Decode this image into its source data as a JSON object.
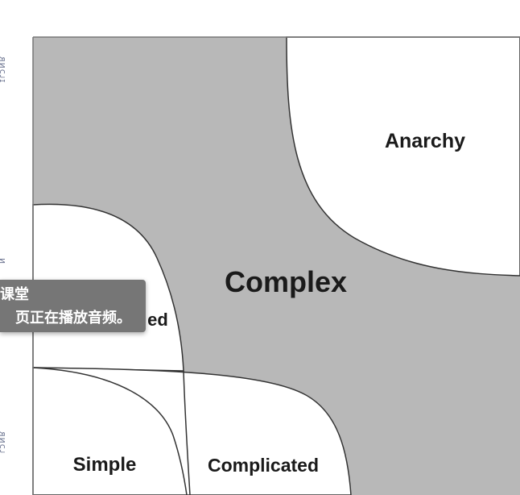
{
  "diagram": {
    "zones": {
      "anarchy": "Anarchy",
      "complex": "Complex",
      "partial_label": "ed",
      "simple": "Simple",
      "complicated": "Complicated"
    },
    "colors": {
      "complex_fill": "#b8b8b8",
      "background": "#ffffff",
      "line": "#333333"
    }
  },
  "left_axis_fragments": [
    "ᴙᴎᴄᴊɪ",
    "ᴎ",
    "ᴙᴎᴄᴊ"
  ],
  "tooltip": {
    "line1": "课堂",
    "line2": "页正在播放音频。"
  }
}
